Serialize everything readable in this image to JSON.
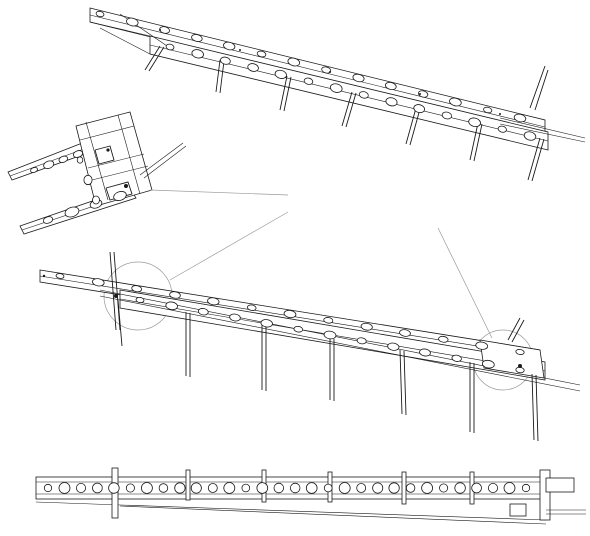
{
  "drawing": {
    "line_color": "#1a1a1a",
    "callout_color": "#9a9a9a",
    "background": "#ffffff",
    "views": [
      {
        "id": "iso-top",
        "holes": 28,
        "legs": 6
      },
      {
        "id": "detail-end",
        "holes": 14
      },
      {
        "id": "iso-middle",
        "holes": 26,
        "legs": 7
      },
      {
        "id": "side-elevation",
        "holes": 30,
        "posts": 7
      }
    ]
  }
}
